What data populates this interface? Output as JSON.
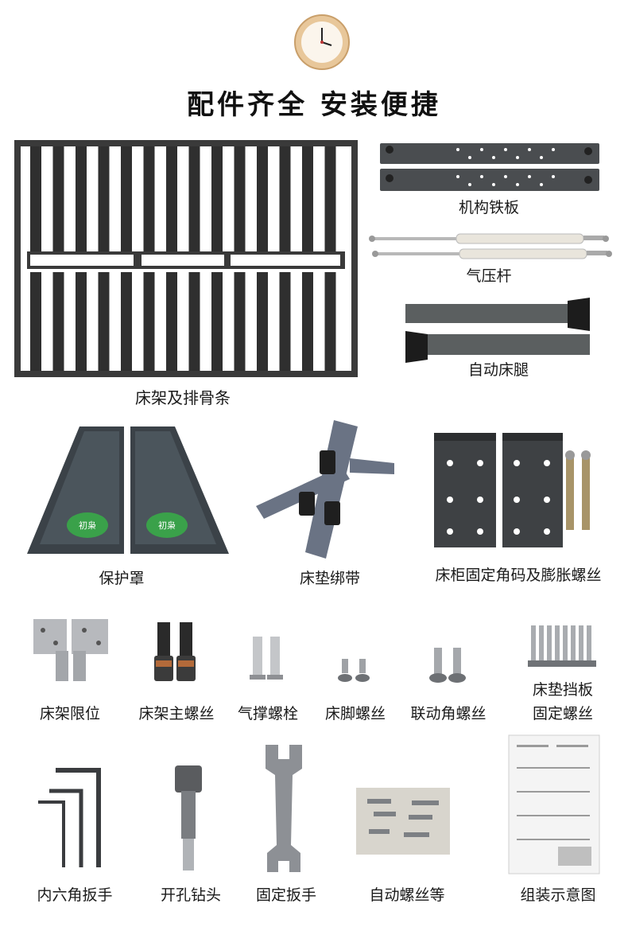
{
  "title": "配件齐全  安装便捷",
  "labels": {
    "bed_frame": "床架及排骨条",
    "mechanism_plate": "机构铁板",
    "gas_strut": "气压杆",
    "auto_leg": "自动床腿",
    "cover": "保护罩",
    "mattress_strap": "床垫绑带",
    "cabinet_bracket": "床柜固定角码及膨胀螺丝",
    "frame_limit": "床架限位",
    "frame_main_screw": "床架主螺丝",
    "strut_bolt": "气撑螺栓",
    "leg_screw": "床脚螺丝",
    "link_screw": "联动角螺丝",
    "mattress_board_line1": "床垫挡板",
    "mattress_board_line2": "固定螺丝",
    "hex_key": "内六角扳手",
    "hole_drill": "开孔钻头",
    "wrench": "固定扳手",
    "auto_screws": "自动螺丝等",
    "manual": "组装示意图"
  },
  "cover_logo_text": [
    "初枭",
    "初枭"
  ],
  "colors": {
    "steel_dark": "#3f4245",
    "steel_gray": "#5a5e61",
    "slat_wood": "#2c2c2c",
    "clock_wood": "#e8c79a",
    "logo_green": "#3aa14a"
  }
}
